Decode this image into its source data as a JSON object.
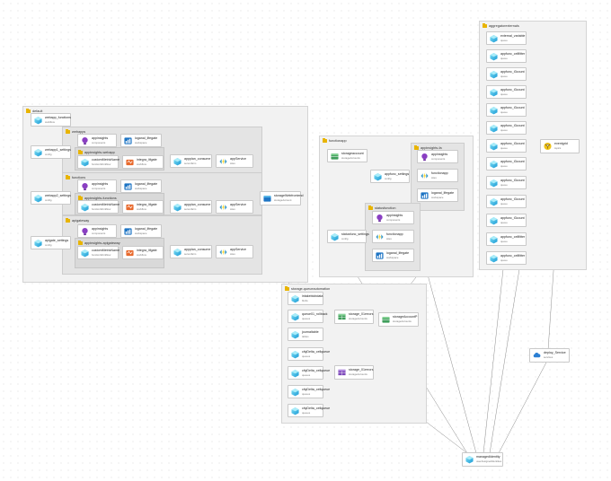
{
  "groups": {
    "default": {
      "label": "default"
    },
    "webapp": {
      "label": "webapps"
    },
    "appinsights_webapp": {
      "label": "appinsights-webapp"
    },
    "functions": {
      "label": "functions"
    },
    "appinsights_functions": {
      "label": "appinsights-functions"
    },
    "apigateway": {
      "label": "apigateway"
    },
    "appinsights_apigateway": {
      "label": "appinsights-apigateway"
    },
    "functionapp": {
      "label": "functionapp"
    },
    "appinsights_fa": {
      "label": "appinsights-fa"
    },
    "statusfunction": {
      "label": "statusfunction"
    },
    "storage": {
      "label": "storage-queueautomation"
    },
    "aggregator": {
      "label": "aggregatorexternals"
    }
  },
  "nodes": {
    "default_webapp": {
      "title": "webapp_functions",
      "sub": "workflow"
    },
    "webapp1_settings": {
      "title": "webapp1_settings",
      "sub": "config"
    },
    "webapp2_settings": {
      "title": "webapp2_settings",
      "sub": "config"
    },
    "apigate_settings": {
      "title": "apigate_settings",
      "sub": "config"
    },
    "w_ai": {
      "title": "appinsights",
      "sub": "components"
    },
    "w_loganal": {
      "title": "loganal_lifegate",
      "sub": "workspace"
    },
    "w_custom": {
      "title": "customMetricName",
      "sub": "functionWorkflow"
    },
    "w_integra": {
      "title": "integra_lifgate",
      "sub": "workflow"
    },
    "w_consume": {
      "title": "appplan_consume",
      "sub": "serverfarm"
    },
    "w_appservice": {
      "title": "appService",
      "sub": "sites"
    },
    "f_ai": {
      "title": "appinsights",
      "sub": "components"
    },
    "f_loganal": {
      "title": "loganal_lifegate",
      "sub": "workspace"
    },
    "f_custom": {
      "title": "customMetricName",
      "sub": "functionWorkflow"
    },
    "f_integra": {
      "title": "integra_lifgate",
      "sub": "workflow"
    },
    "f_consume": {
      "title": "appplan_consume",
      "sub": "serverfarm"
    },
    "f_appservice": {
      "title": "appService",
      "sub": "sites"
    },
    "a_ai": {
      "title": "appinsights",
      "sub": "components"
    },
    "a_loganal": {
      "title": "loganal_lifegate",
      "sub": "workspace"
    },
    "a_custom": {
      "title": "customMetricName",
      "sub": "functionWorkflow"
    },
    "a_integra": {
      "title": "integra_lifgate",
      "sub": "workflow"
    },
    "a_consume": {
      "title": "appplan_consume",
      "sub": "serverfarm"
    },
    "a_appservice": {
      "title": "appService",
      "sub": "sites"
    },
    "storage_webfrontend": {
      "title": "storageWebfrontend",
      "sub": "storageAccount"
    },
    "fa_storageaccount": {
      "title": "storageaccount",
      "sub": "storageAccounts"
    },
    "fa_settings": {
      "title": "appfunc_settings",
      "sub": "config"
    },
    "fa_ai": {
      "title": "appinsights",
      "sub": "components"
    },
    "fa_functionapp": {
      "title": "functionapp",
      "sub": "sites"
    },
    "fa_loganal": {
      "title": "loganal_lifegate",
      "sub": "workspace"
    },
    "sf_settings": {
      "title": "statusfunc_settings",
      "sub": "config"
    },
    "sf_ai": {
      "title": "appinsights",
      "sub": "components"
    },
    "sf_function": {
      "title": "functionapp",
      "sub": "sites"
    },
    "sf_loganal": {
      "title": "loganal_lifegate",
      "sub": "workspace"
    },
    "st_intakeblob": {
      "title": "intakeblobdata",
      "sub": "blobs"
    },
    "st_queue": {
      "title": "queue01_rollback",
      "sub": "queues"
    },
    "st_journaltable": {
      "title": "journaltable",
      "sub": "tables"
    },
    "st_blob1": {
      "title": "cityDelta_cellqueue",
      "sub": "queues"
    },
    "st_blob2": {
      "title": "cityDelta_cellqueue",
      "sub": "queues"
    },
    "st_blob3": {
      "title": "cityDelta_cellqueue",
      "sub": "queues"
    },
    "st_blob4": {
      "title": "cityDelta_cellqueue",
      "sub": "queues"
    },
    "st_storage1": {
      "title": "storage_01errors",
      "sub": "storageAccounts"
    },
    "st_storage2": {
      "title": "storage_01errors",
      "sub": "storageAccounts"
    },
    "st_storageaccount": {
      "title": "storageAccountP",
      "sub": "storageAccounts"
    },
    "ag_1": {
      "title": "external_variable",
      "sub": "queue"
    },
    "ag_2": {
      "title": "appfunc_cellfitter",
      "sub": "queue"
    },
    "ag_3": {
      "title": "appfunc_t3count",
      "sub": "queue"
    },
    "ag_4": {
      "title": "appfunc_t3count",
      "sub": "queue"
    },
    "ag_5": {
      "title": "appfunc_t3count",
      "sub": "queue"
    },
    "ag_6": {
      "title": "appfunc_t3count",
      "sub": "queue"
    },
    "ag_7": {
      "title": "appfunc_t3count",
      "sub": "queue"
    },
    "ag_8": {
      "title": "appfunc_t3count",
      "sub": "queue"
    },
    "ag_9": {
      "title": "appfunc_t3count",
      "sub": "queue"
    },
    "ag_10": {
      "title": "appfunc_t3count",
      "sub": "queue"
    },
    "ag_11": {
      "title": "appfunc_t3count",
      "sub": "queue"
    },
    "ag_12": {
      "title": "appfunc_cellfitter",
      "sub": "queue"
    },
    "ag_13": {
      "title": "appfunc_cellfitter",
      "sub": "queue"
    },
    "eventgrid": {
      "title": "eventgrid",
      "sub": "topics"
    },
    "deploy_service": {
      "title": "deploy_Service",
      "sub": "services"
    },
    "managed_identity": {
      "title": "managedIdentity",
      "sub": "userAssignedIdentities"
    }
  },
  "colors": {
    "folder": "#e8b400",
    "group": "#f2f2f2",
    "line": "#8c8c8c"
  }
}
